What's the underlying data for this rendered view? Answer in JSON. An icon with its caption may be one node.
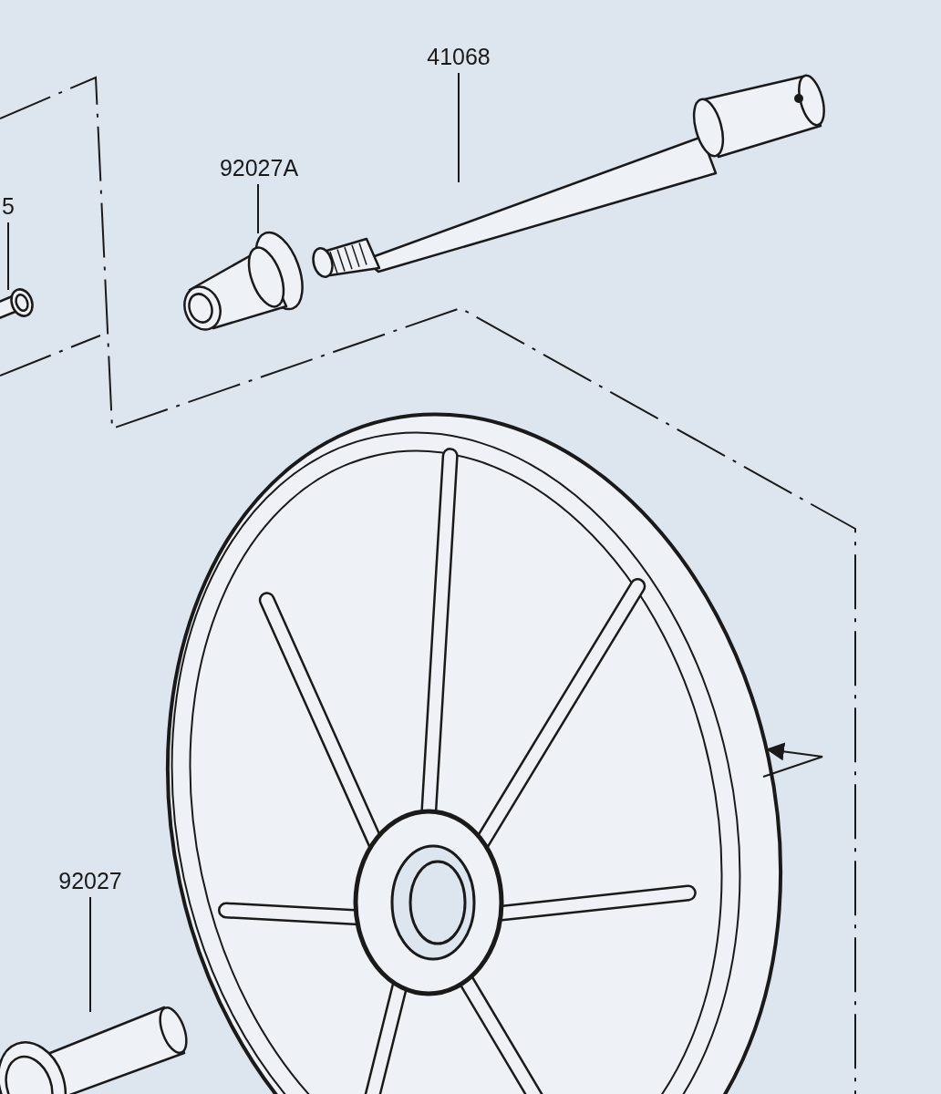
{
  "diagram": {
    "nodes": [
      {
        "text": [
          "5"
        ]
      },
      {
        "text": [],
        "shape": "picture"
      },
      {
        "text": [
          "92027A"
        ]
      },
      {
        "text": [],
        "shape": "picture"
      },
      {
        "text": [
          "41068"
        ]
      },
      {
        "text": [],
        "shape": "picture"
      },
      {
        "text": [
          "92027"
        ]
      },
      {
        "text": [],
        "shape": "picture"
      }
    ],
    "edges": [
      {
        "from": 0,
        "to": 1,
        "arrow": "none"
      },
      {
        "from": 2,
        "to": 3,
        "arrow": "none"
      },
      {
        "from": 4,
        "to": 5,
        "arrow": "none"
      },
      {
        "from": 6,
        "to": 7,
        "arrow": "none"
      }
    ]
  }
}
